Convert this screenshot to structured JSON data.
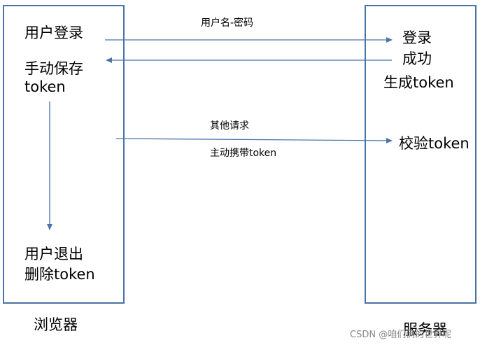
{
  "browser": {
    "label": "浏览器",
    "login": "用户登录",
    "save_line1": "手动保存",
    "save_line2": "token",
    "logout_line1": "用户退出",
    "logout_line2": "删除token"
  },
  "server": {
    "label": "服务器",
    "login_line1": "登录",
    "login_line2": "成功",
    "generate": "生成token",
    "verify": "校验token"
  },
  "arrows": {
    "credentials": "用户名-密码",
    "other_requests": "其他请求",
    "carry_token": "主动携带token"
  },
  "watermark": "CSDN @咱们俩的世界呢",
  "colors": {
    "border": "#4a74a8",
    "arrow": "#4a74a8"
  }
}
